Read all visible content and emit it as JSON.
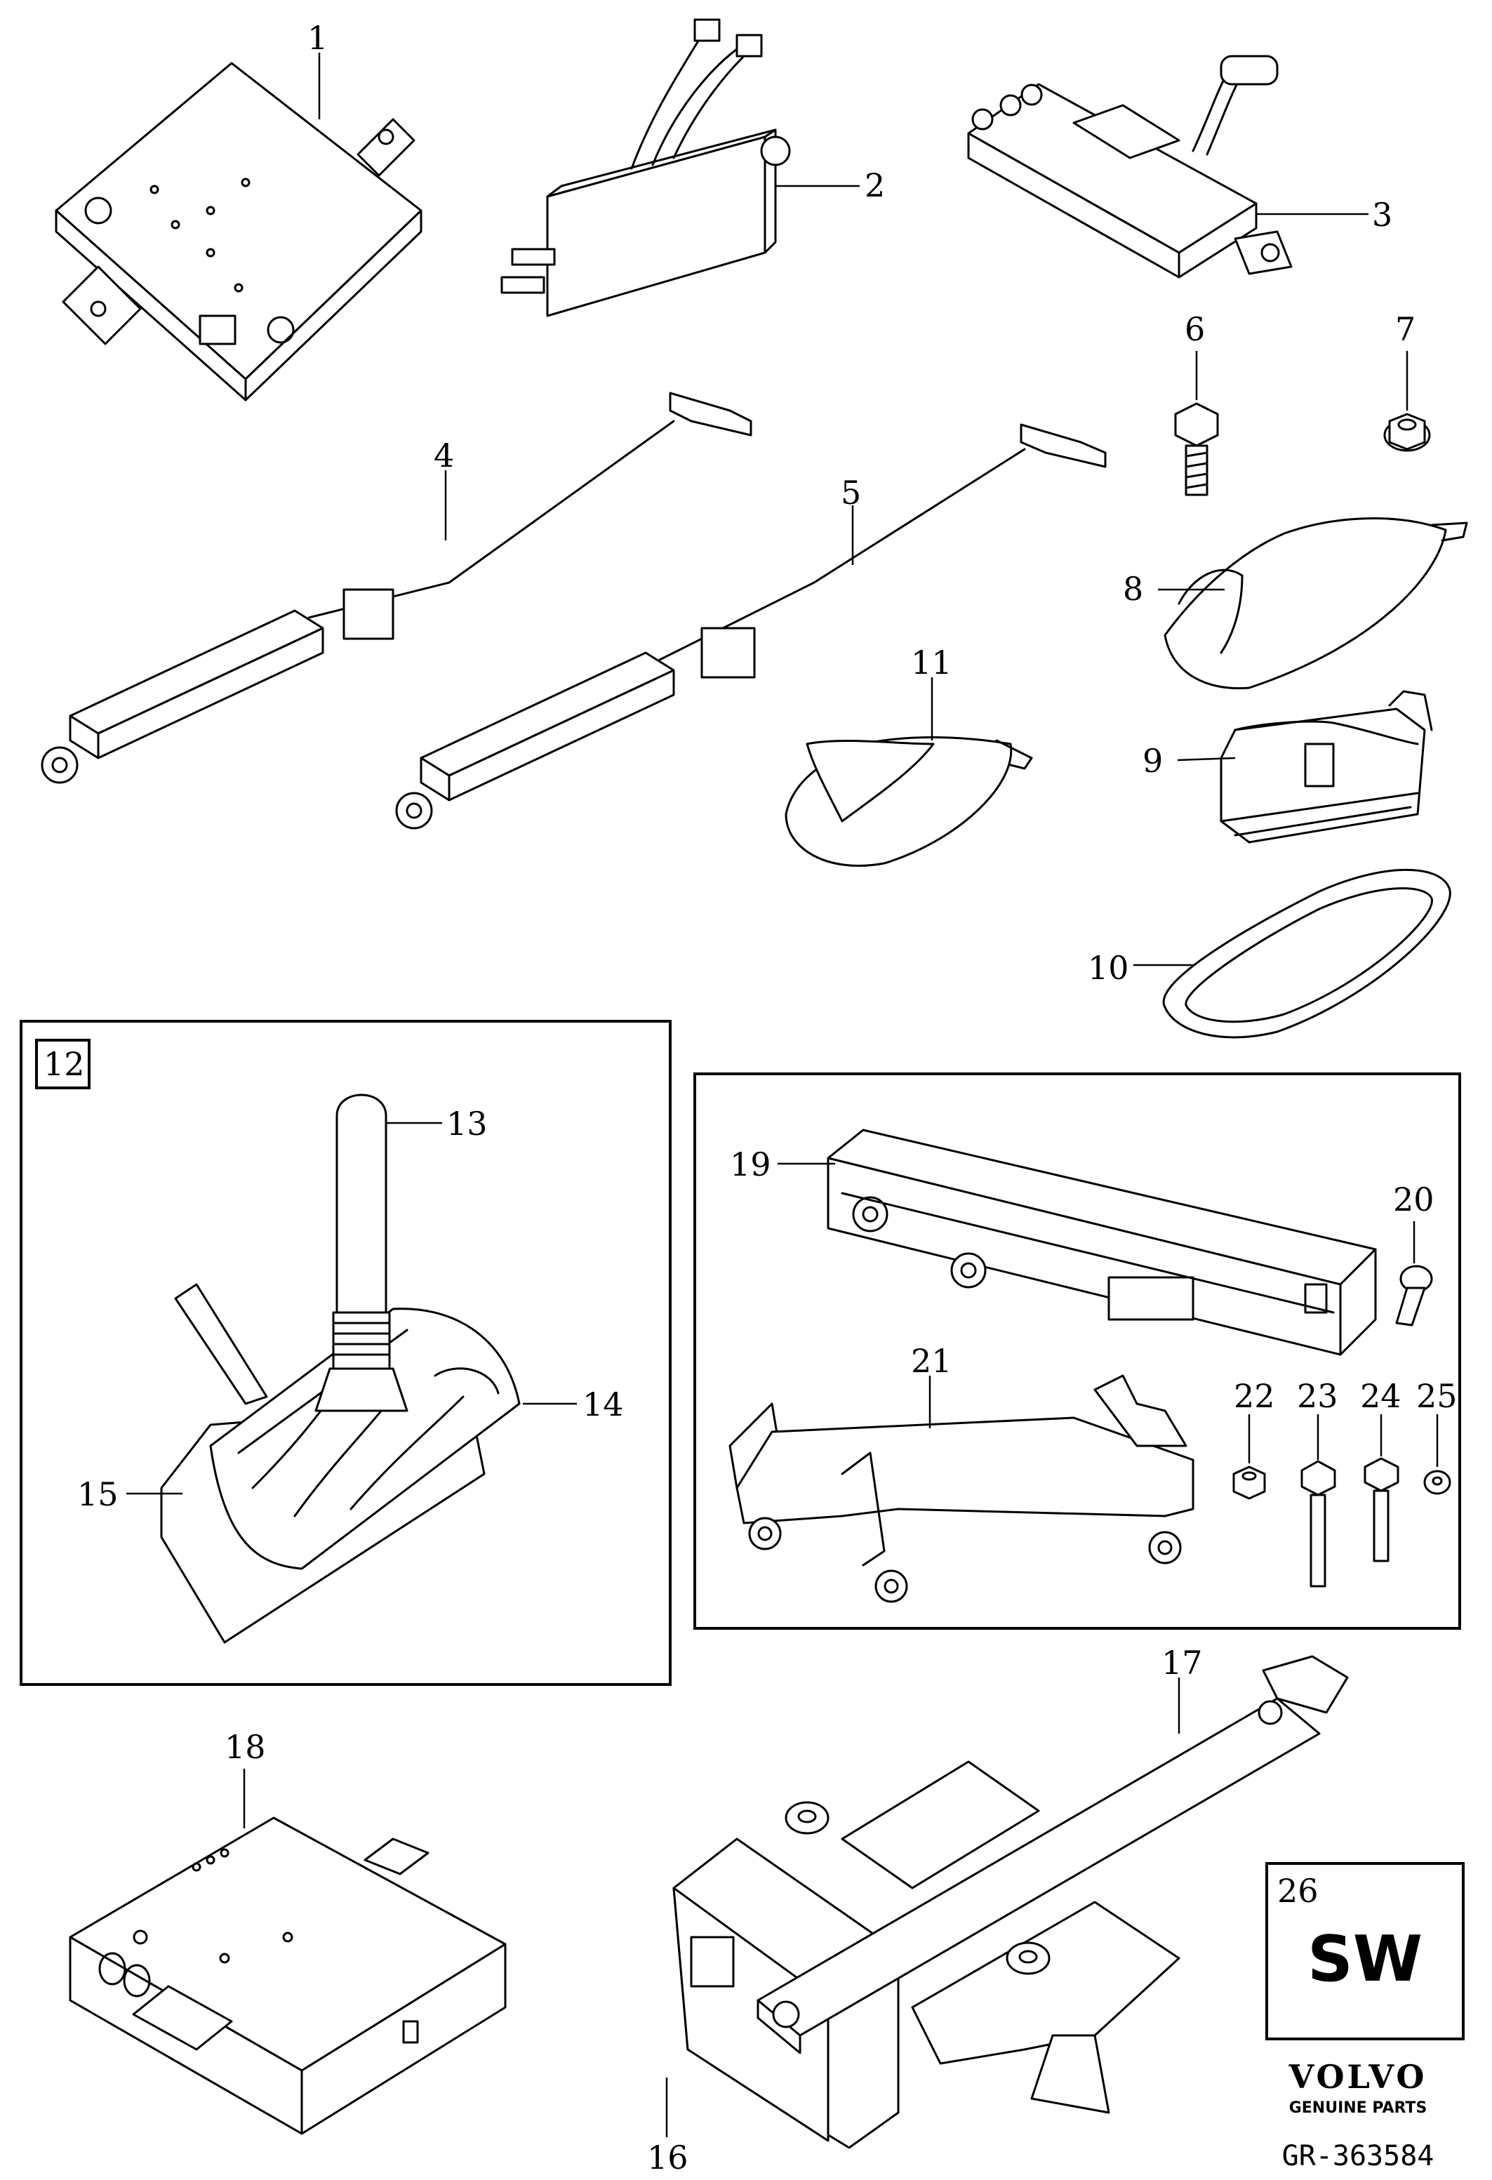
{
  "callouts": [
    "1",
    "2",
    "3",
    "4",
    "5",
    "6",
    "7",
    "8",
    "9",
    "10",
    "11",
    "12",
    "13",
    "14",
    "15",
    "16",
    "17",
    "18",
    "19",
    "20",
    "21",
    "22",
    "23",
    "24",
    "25",
    "26"
  ],
  "variant_code": "SW",
  "brand": {
    "name": "VOLVO",
    "tagline": "GENUINE PARTS"
  },
  "reference": "GR-363584"
}
